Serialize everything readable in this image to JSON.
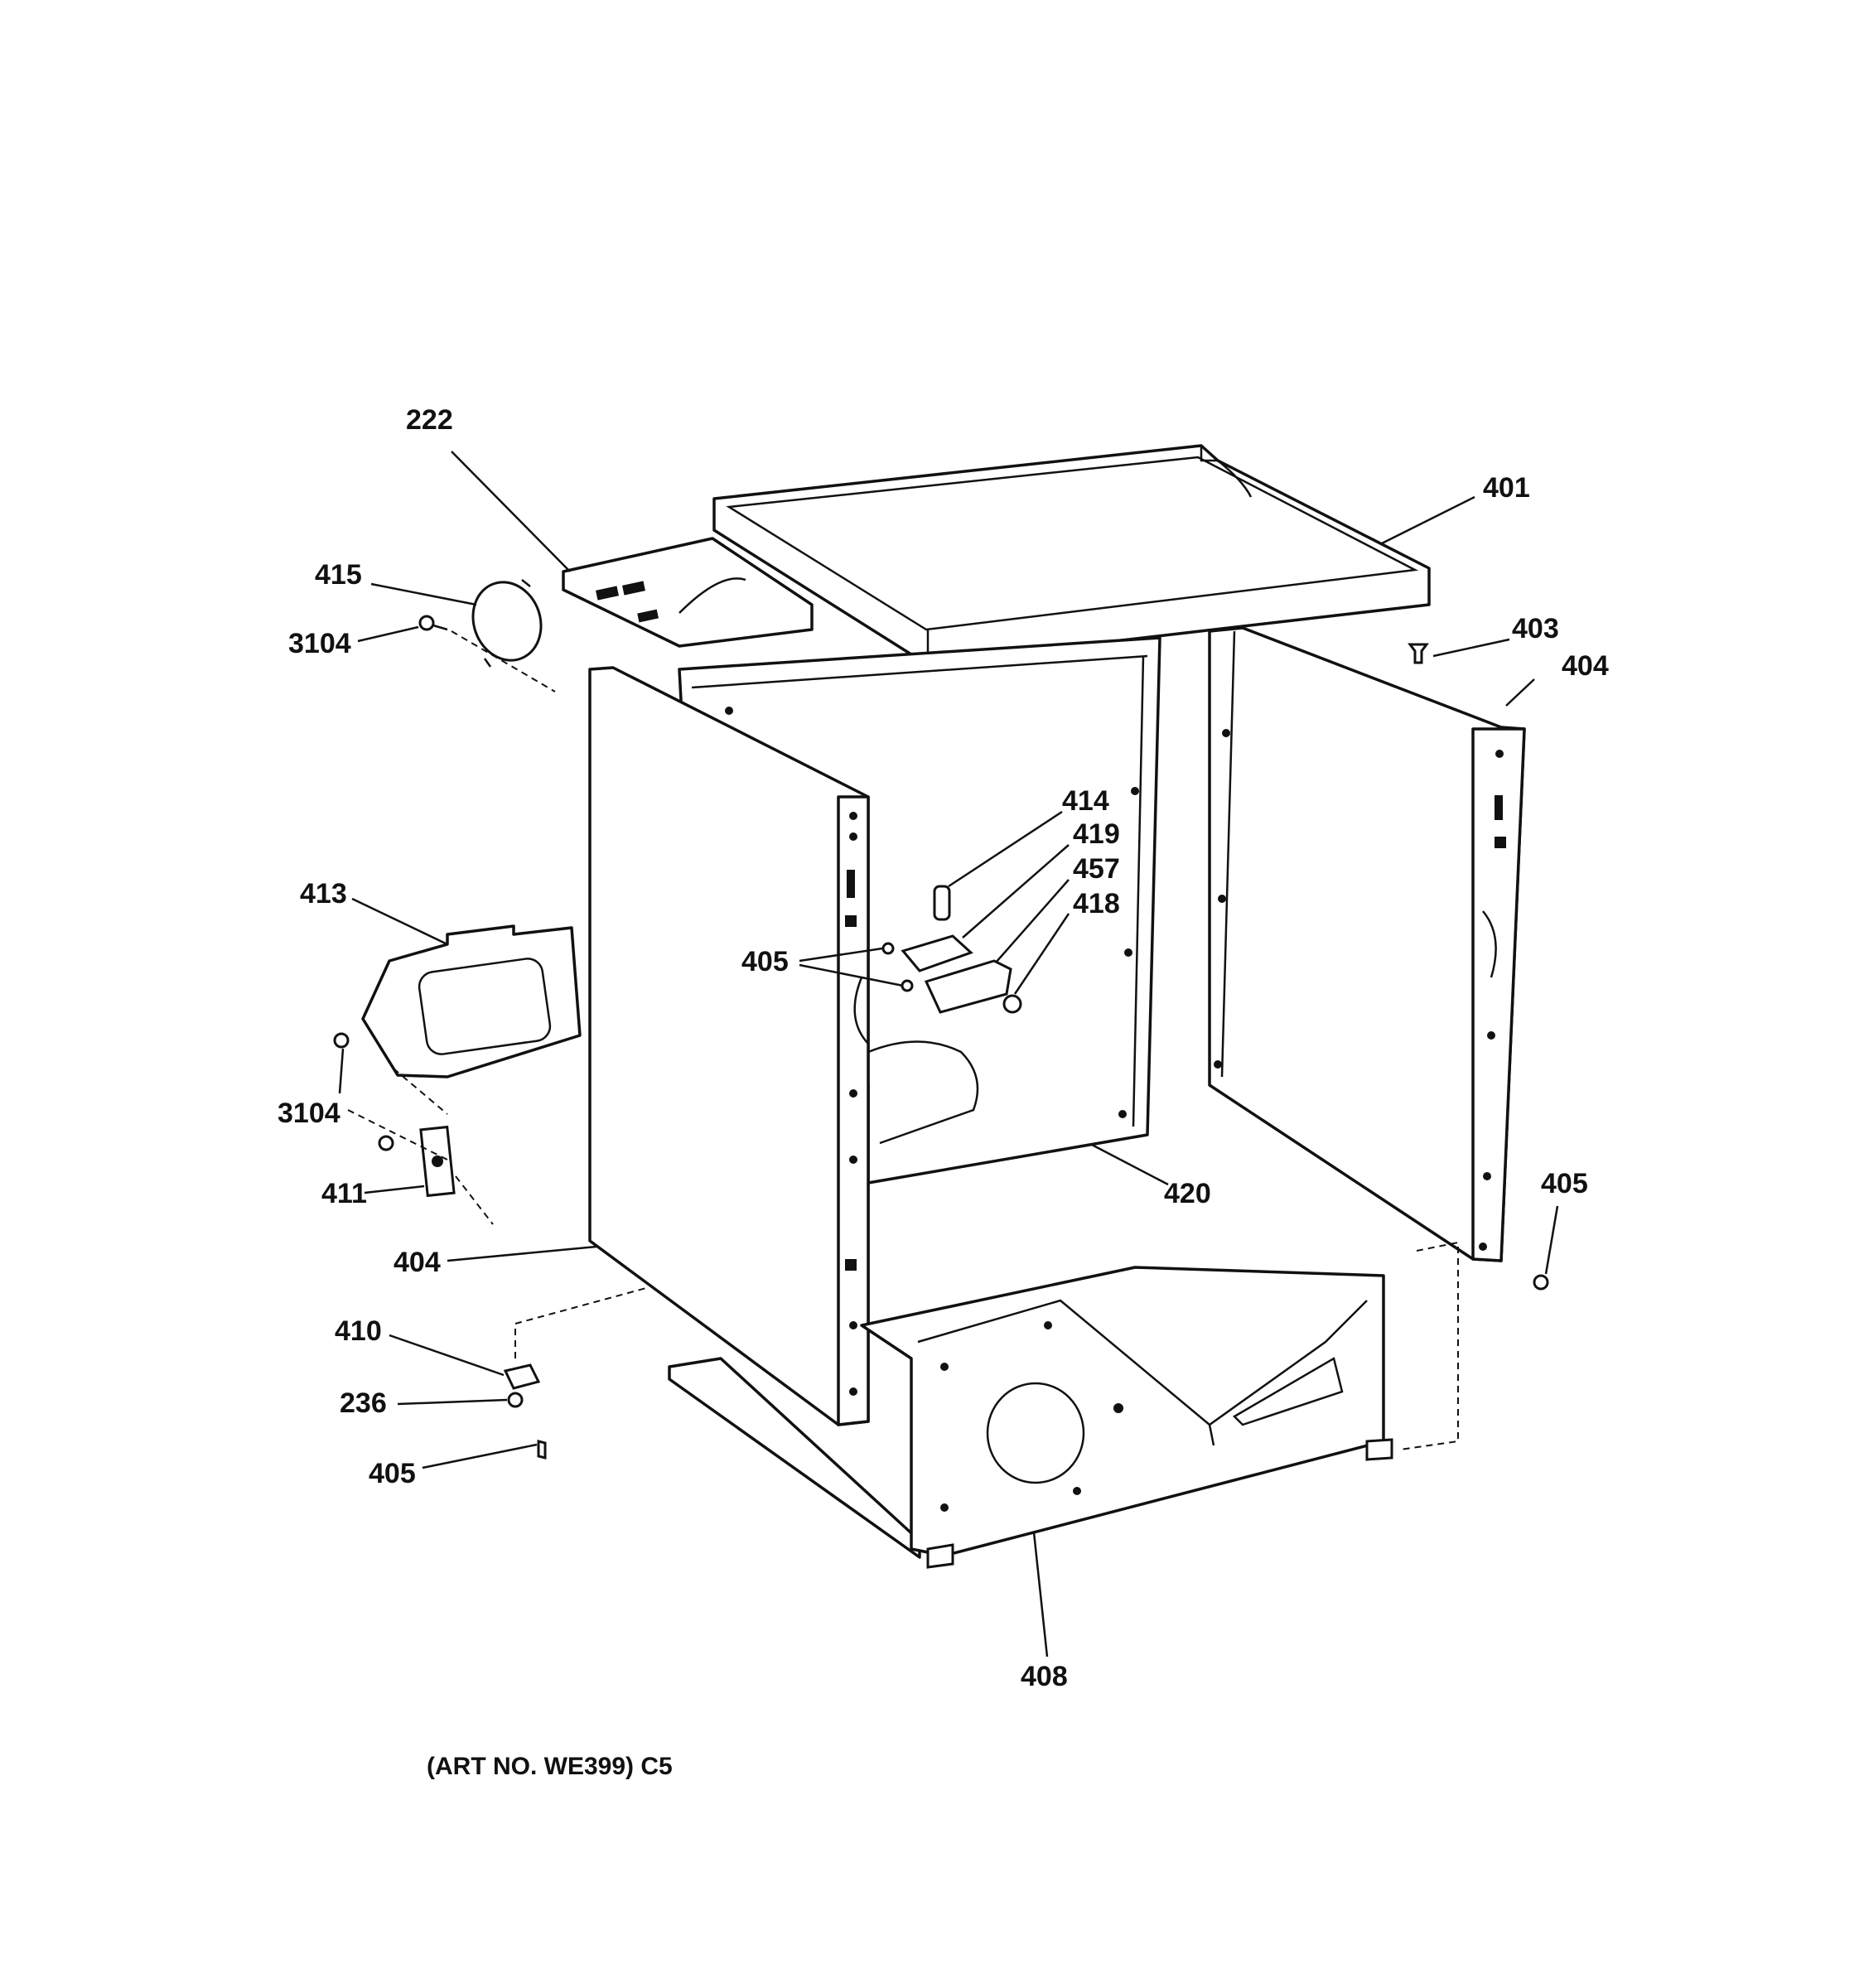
{
  "diagram": {
    "caption": "(ART NO. WE399) C5",
    "parts": [
      {
        "id": "p222",
        "label": "222"
      },
      {
        "id": "p401",
        "label": "401"
      },
      {
        "id": "p415",
        "label": "415"
      },
      {
        "id": "p3104a",
        "label": "3104"
      },
      {
        "id": "p403",
        "label": "403"
      },
      {
        "id": "p404a",
        "label": "404"
      },
      {
        "id": "p414",
        "label": "414"
      },
      {
        "id": "p419",
        "label": "419"
      },
      {
        "id": "p457",
        "label": "457"
      },
      {
        "id": "p418",
        "label": "418"
      },
      {
        "id": "p413",
        "label": "413"
      },
      {
        "id": "p405a",
        "label": "405"
      },
      {
        "id": "p3104b",
        "label": "3104"
      },
      {
        "id": "p411",
        "label": "411"
      },
      {
        "id": "p420",
        "label": "420"
      },
      {
        "id": "p405b",
        "label": "405"
      },
      {
        "id": "p404b",
        "label": "404"
      },
      {
        "id": "p410",
        "label": "410"
      },
      {
        "id": "p236",
        "label": "236"
      },
      {
        "id": "p405c",
        "label": "405"
      },
      {
        "id": "p408",
        "label": "408"
      }
    ]
  }
}
